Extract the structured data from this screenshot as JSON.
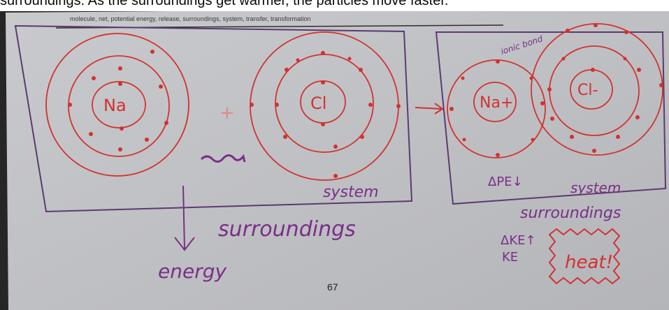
{
  "caption_top": "surroundings. As the surroundings get warmer, the particles move faster.",
  "word_bank": "molecule, net, potential energy, release, surroundings, system, transfer, transformation",
  "page_number": "67",
  "left_diagram": {
    "atom1_symbol": "Na",
    "plus_sign": "+",
    "atom2_symbol": "Cl",
    "system_label": "system",
    "surroundings_label": "surroundings",
    "energy_label": "energy"
  },
  "right_diagram": {
    "ionic_bond_label": "ionic bond",
    "ion1_symbol": "Na+",
    "ion2_symbol": "Cl-",
    "delta_pe_label": "ΔPE↓",
    "system_label": "system",
    "surroundings_label": "surroundings",
    "delta_ke_label": "ΔKE↑",
    "ke_label": "KE",
    "heat_label": "heat!"
  },
  "colors": {
    "paper": "#bfc0c4",
    "page_edge": "#2a2a2a",
    "red_ink": "#d2322f",
    "purple_ink": "#7a2f86",
    "box_line": "#5c3a72"
  }
}
